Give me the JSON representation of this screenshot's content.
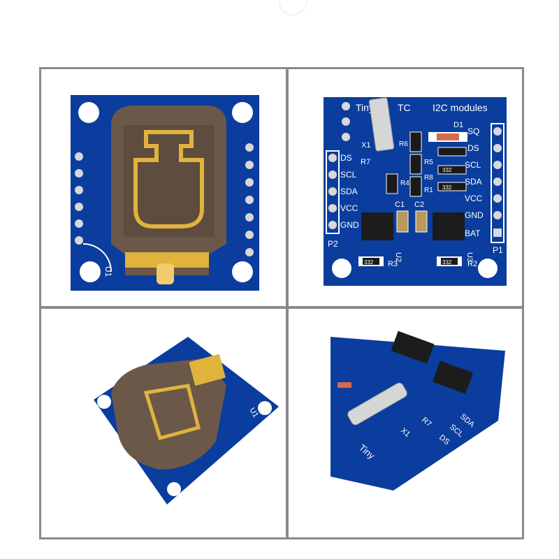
{
  "colors": {
    "pcb": "#0a3d9e",
    "pcb_dark": "#08307d",
    "holder": "#6b5849",
    "gold": "#e0b43c",
    "frame": "#8a8a8a"
  },
  "panel1": {
    "u1_label": "U1"
  },
  "panel2": {
    "title_tiny": "Tiny",
    "title_rtc": "TC",
    "title_modules": "I2C modules",
    "left_pins": [
      "DS",
      "SCL",
      "SDA",
      "VCC",
      "GND"
    ],
    "right_pins": [
      "SQ",
      "DS",
      "SCL",
      "SDA",
      "VCC",
      "GND",
      "BAT"
    ],
    "p1": "P1",
    "p2": "P2",
    "x1": "X1",
    "r7": "R7",
    "d1": "D1",
    "c1": "C1",
    "c2": "C2",
    "r2": "R2",
    "r3": "R3",
    "u2": "U2",
    "u3": "U3",
    "r4": "R4",
    "r5": "R5",
    "r6": "R6",
    "r8": "R8",
    "r1": "R1",
    "res332a": "332",
    "res332b": "332",
    "res332c": "332",
    "res332d": "332"
  },
  "panel3": {
    "u1_label": "U1"
  },
  "panel4": {
    "tiny": "Tiny",
    "x1": "X1",
    "r7": "R7",
    "pins": [
      "DS",
      "SCL",
      "SDA"
    ]
  }
}
